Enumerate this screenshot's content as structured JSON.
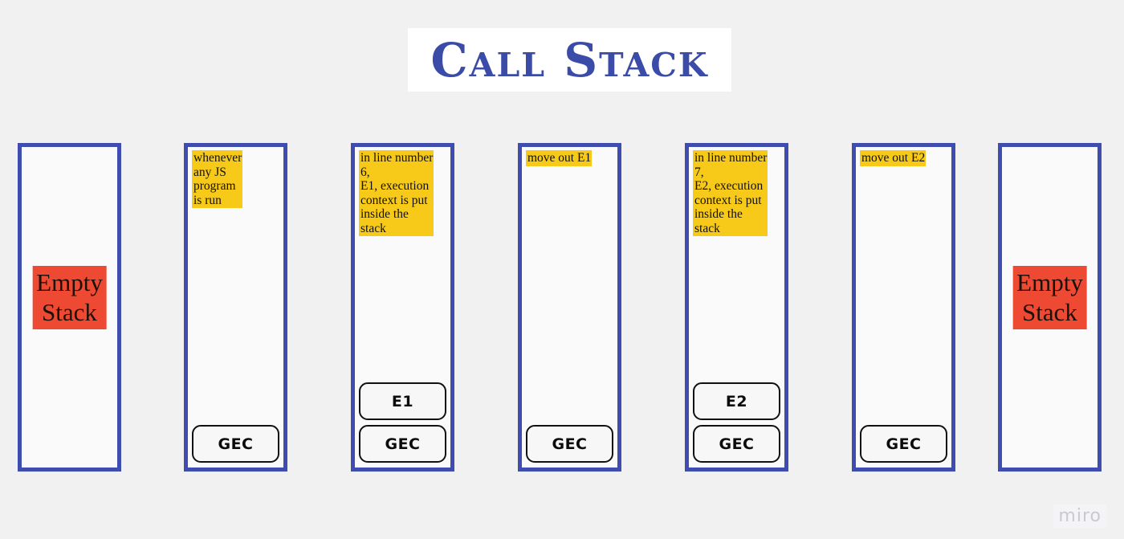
{
  "title": "Call Stack",
  "colors": {
    "background": "#f1f1f1",
    "border_blue": "#3e4dae",
    "title_blue": "#3b4ba8",
    "note_yellow": "#f7c919",
    "empty_red": "#ee4a33",
    "frame_border": "#111111",
    "watermark": "#c9c9d2"
  },
  "watermark": "miro",
  "columns": [
    {
      "id": "col-1",
      "note": "",
      "empty_label": "Empty\nStack",
      "frames": []
    },
    {
      "id": "col-2",
      "note": "whenever\nany JS\nprogram\nis run",
      "empty_label": "",
      "frames": [
        "GEC"
      ]
    },
    {
      "id": "col-3",
      "note": "in line number\n6,\nE1, execution\ncontext is put\ninside the\nstack",
      "empty_label": "",
      "frames": [
        "E1",
        "GEC"
      ]
    },
    {
      "id": "col-4",
      "note": "move out E1",
      "empty_label": "",
      "frames": [
        "GEC"
      ]
    },
    {
      "id": "col-5",
      "note": "in line number\n7,\nE2, execution\ncontext is put\ninside the\nstack",
      "empty_label": "",
      "frames": [
        "E2",
        "GEC"
      ]
    },
    {
      "id": "col-6",
      "note": "move out E2",
      "empty_label": "",
      "frames": [
        "GEC"
      ]
    },
    {
      "id": "col-7",
      "note": "",
      "empty_label": "Empty\nStack",
      "frames": []
    }
  ]
}
